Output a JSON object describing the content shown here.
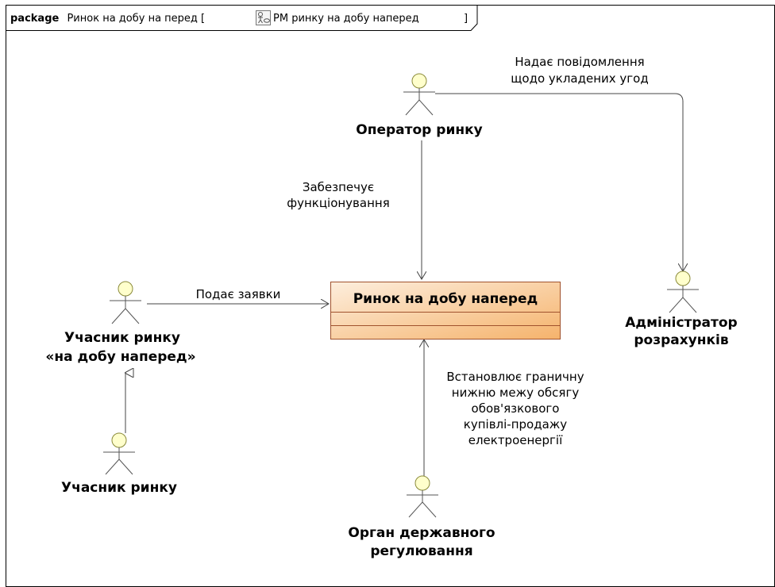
{
  "frame": {
    "keyword": "package",
    "name": "Ринок на добу на перед [",
    "diagram_name": "РМ ринку на добу наперед",
    "close_bracket": "]",
    "diagram_icon": "use-case-diagram-icon"
  },
  "actors": {
    "operator": {
      "name": "Оператор ринку"
    },
    "administrator": {
      "name_line1": "Адміністратор",
      "name_line2": "розрахунків"
    },
    "participant_dam": {
      "name_line1": "Учасник ринку",
      "name_line2": "«на добу наперед»"
    },
    "participant": {
      "name": "Учасник ринку"
    },
    "regulator": {
      "name_line1": "Орган державного",
      "name_line2": "регулювання"
    }
  },
  "class_box": {
    "name": "Ринок на добу наперед"
  },
  "edges": {
    "notify": {
      "line1": "Надає повідомлення",
      "line2": "щодо укладених угод"
    },
    "ensure": {
      "line1": "Забезпечує",
      "line2": "функціонування"
    },
    "bids": {
      "label": "Подає заявки"
    },
    "limit": {
      "line1": "Встановлює граничну",
      "line2": "нижню межу обсягу",
      "line3": "обов'язкового",
      "line4": "купівлі-продажу",
      "line5": "електроенергії"
    }
  },
  "colors": {
    "actor_head": "#ffffcc",
    "class_top": "#fde3c4",
    "class_bottom": "#f6b97a",
    "class_border": "#a0522d",
    "line": "#555555"
  }
}
